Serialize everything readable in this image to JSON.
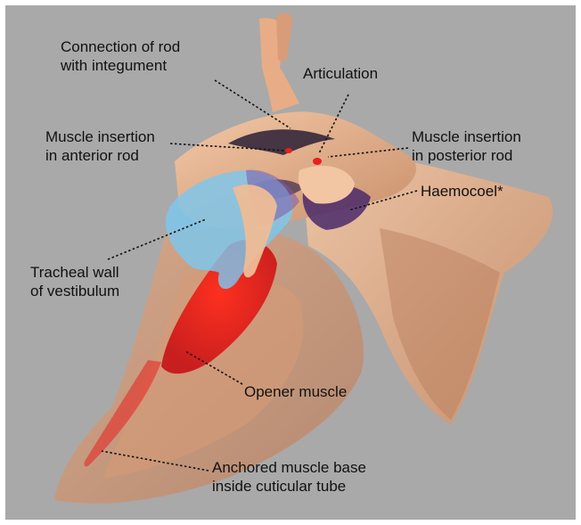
{
  "figure": {
    "background": "#a9a9a9",
    "colors": {
      "cuticle": "#e9b48f",
      "cuticle_light": "#f2c6a3",
      "trachea": "#7cc7ee",
      "muscle": "#e8201e",
      "haemocoel": "#4a2a6a"
    },
    "labels": {
      "connection": [
        "Connection of rod",
        "with integument"
      ],
      "articulation": [
        "Articulation"
      ],
      "insertion_anterior": [
        "Muscle insertion",
        "in anterior rod"
      ],
      "insertion_posterior": [
        "Muscle insertion",
        "in posterior rod"
      ],
      "haemocoel": [
        "Haemocoel*"
      ],
      "tracheal_wall": [
        "Tracheal wall",
        "of vestibulum"
      ],
      "opener_muscle": [
        "Opener muscle"
      ],
      "anchored_base": [
        "Anchored muscle base",
        "inside cuticular tube"
      ]
    }
  }
}
